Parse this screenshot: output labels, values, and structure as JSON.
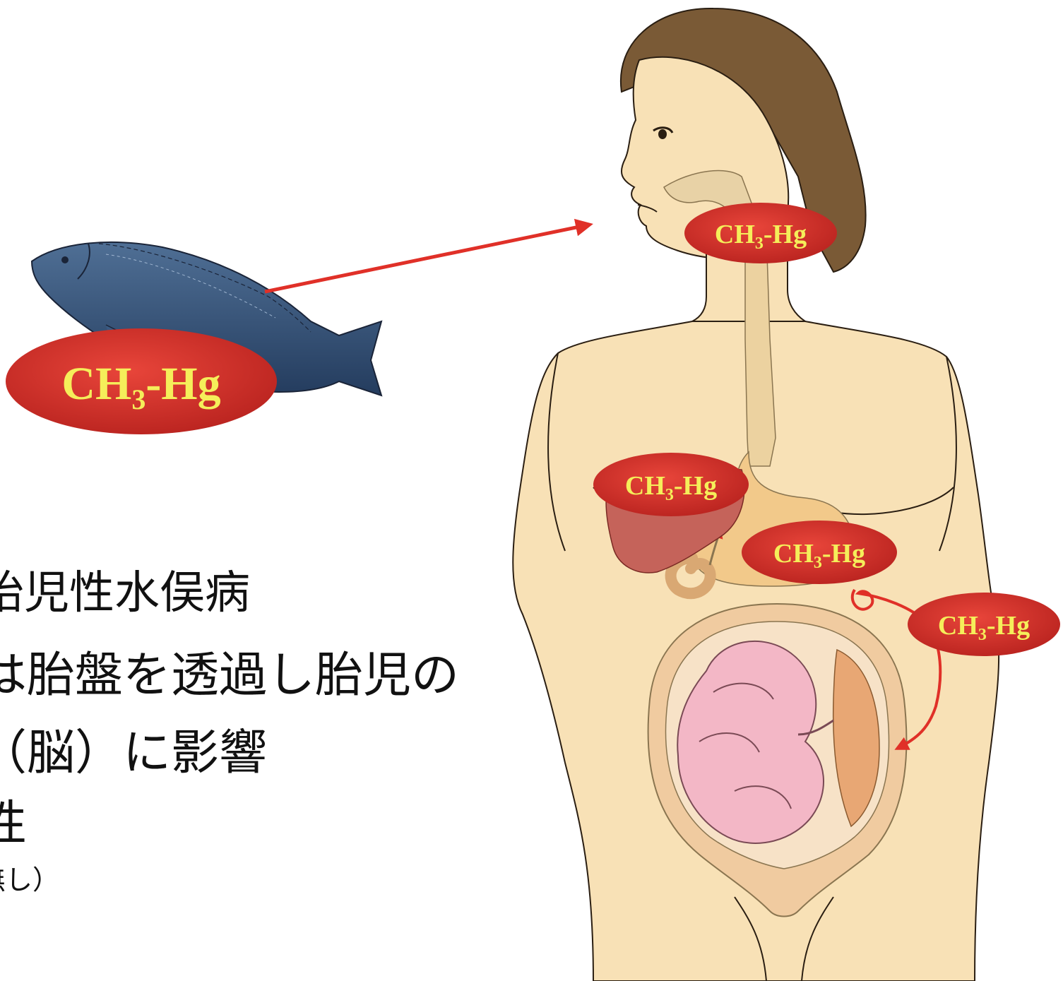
{
  "colors": {
    "badge_fill": "#d9322b",
    "badge_text": "#f5ee5a",
    "arrow": "#e03028",
    "skin": "#f8e1b6",
    "hair": "#7a5a36",
    "fish": "#3a5a82",
    "liver": "#c5635a",
    "stomach": "#f2c98a",
    "fetus": "#f3b7c6",
    "uterus": "#f0cba0"
  },
  "badges": [
    {
      "id": "fish",
      "label": "CH3-Hg",
      "main": "CH",
      "sub": "3",
      "rest": "-Hg"
    },
    {
      "id": "mouth",
      "label": "CH3-Hg",
      "main": "CH",
      "sub": "3",
      "rest": "-Hg"
    },
    {
      "id": "liver",
      "label": "CH3-Hg",
      "main": "CH",
      "sub": "3",
      "rest": "-Hg"
    },
    {
      "id": "intestine",
      "label": "CH3-Hg",
      "main": "CH",
      "sub": "3",
      "rest": "-Hg"
    },
    {
      "id": "placenta",
      "label": "CH3-Hg",
      "main": "CH",
      "sub": "3",
      "rest": "-Hg"
    }
  ],
  "text_lines": [
    "胎児性水俣病",
    "は胎盤を透過し胎児の",
    "（脳）に影響",
    "性",
    "無し）"
  ],
  "icons": {
    "fish": "fish-icon",
    "woman": "pregnant-woman-illustration",
    "fetus": "fetus-icon"
  }
}
